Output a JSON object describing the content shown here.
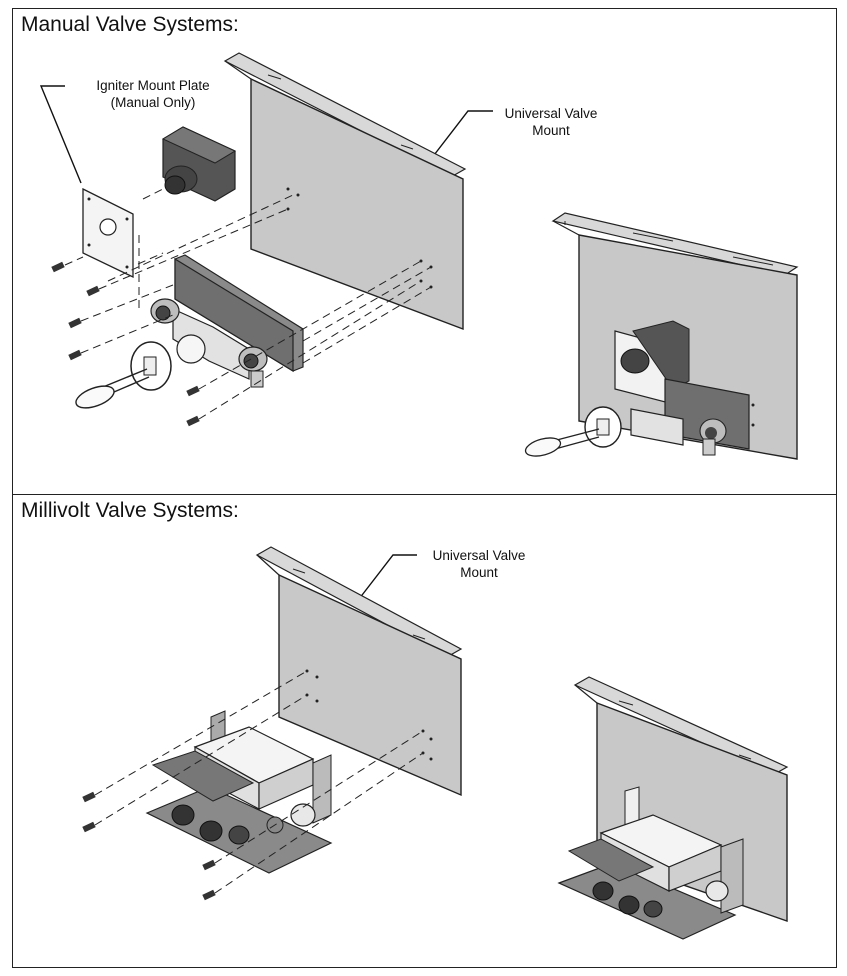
{
  "manual": {
    "title": "Manual Valve Systems:",
    "igniter_label_line1": "Igniter Mount Plate",
    "igniter_label_line2": "(Manual Only)",
    "mount_label_line1": "Universal Valve",
    "mount_label_line2": "Mount"
  },
  "millivolt": {
    "title": "Millivolt Valve Systems:",
    "mount_label_line1": "Universal Valve",
    "mount_label_line2": "Mount"
  },
  "colors": {
    "border": "#222222",
    "plate_fill": "#c8c8c8",
    "dark_part": "#555555",
    "light_part": "#e8e8e8"
  }
}
